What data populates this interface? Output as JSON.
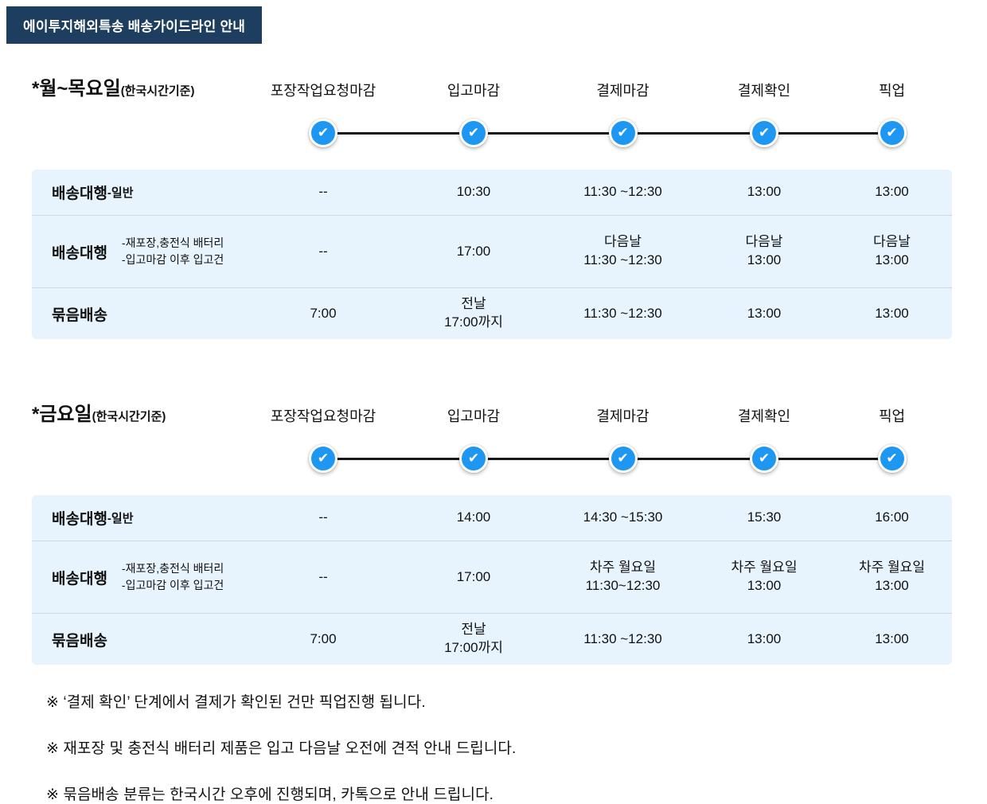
{
  "badge": "에이투지해외특송 배송가이드라인 안내",
  "icons": {
    "check": "✔"
  },
  "colors": {
    "badge_bg": "#1d3e5e",
    "node_blue": "#1e97f3",
    "table_bg": "#e7f3fd",
    "row_divider": "#c5daed"
  },
  "sections": [
    {
      "title": "*월~목요일",
      "title_sub": "(한국시간기준)",
      "steps": [
        "포장작업요청마감",
        "입고마감",
        "결제마감",
        "결제확인",
        "픽업"
      ],
      "rows": [
        {
          "label": "배송대행",
          "suffix": "-일반",
          "cells": [
            "--",
            "10:30",
            "11:30 ~12:30",
            "13:00",
            "13:00"
          ]
        },
        {
          "label": "배송대행",
          "sub": "-재포장,충전식 배터리\n-입고마감 이후 입고건",
          "cells": [
            "--",
            "17:00",
            "다음날\n11:30 ~12:30",
            "다음날\n13:00",
            "다음날\n13:00"
          ]
        },
        {
          "label": "묶음배송",
          "cells": [
            "7:00",
            "전날\n17:00까지",
            "11:30 ~12:30",
            "13:00",
            "13:00"
          ]
        }
      ]
    },
    {
      "title": "*금요일",
      "title_sub": "(한국시간기준)",
      "steps": [
        "포장작업요청마감",
        "입고마감",
        "결제마감",
        "결제확인",
        "픽업"
      ],
      "rows": [
        {
          "label": "배송대행",
          "suffix": "-일반",
          "cells": [
            "--",
            "14:00",
            "14:30 ~15:30",
            "15:30",
            "16:00"
          ]
        },
        {
          "label": "배송대행",
          "sub": "-재포장,충전식 배터리\n-입고마감 이후 입고건",
          "cells": [
            "--",
            "17:00",
            "차주 월요일\n11:30~12:30",
            "차주 월요일\n13:00",
            "차주 월요일\n13:00"
          ]
        },
        {
          "label": "묶음배송",
          "cells": [
            "7:00",
            "전날\n17:00까지",
            "11:30 ~12:30",
            "13:00",
            "13:00"
          ]
        }
      ]
    }
  ],
  "notes": [
    "※ ‘결제 확인’ 단계에서 결제가 확인된 건만 픽업진행 됩니다.",
    "※ 재포장 및 충전식 배터리 제품은 입고 다음날 오전에 견적 안내 드립니다.",
    "※ 묶음배송 분류는 한국시간 오후에 진행되며, 카톡으로 안내 드립니다."
  ]
}
